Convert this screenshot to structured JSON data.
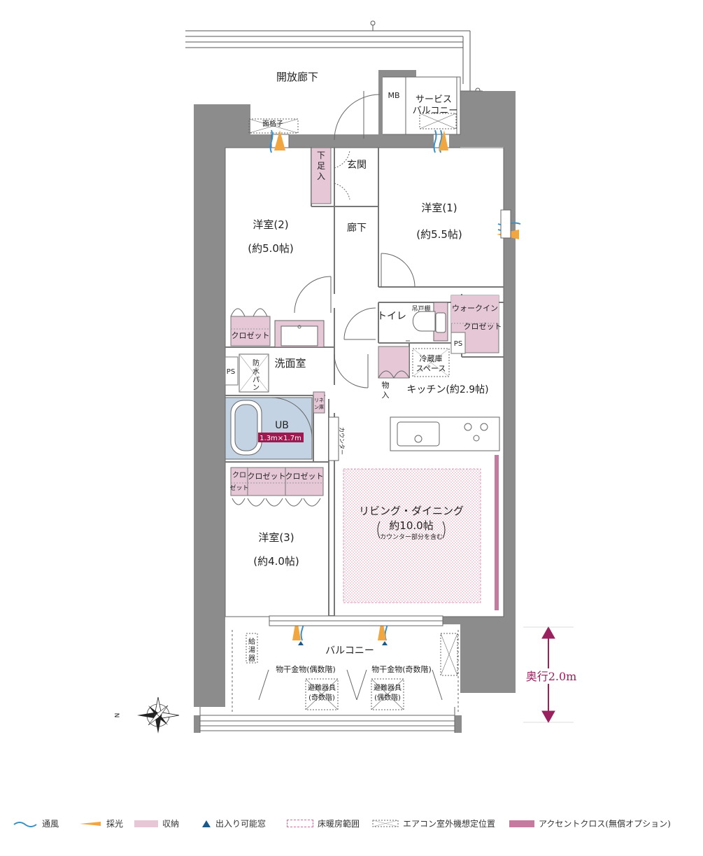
{
  "colors": {
    "wall": "#8c8c8c",
    "storage": "#e6c7d6",
    "accent": "#c77aa0",
    "ub": "#c3d3e3",
    "ub_label_bg": "#a01850",
    "depth_arrow": "#9a2060",
    "airflow": "#3b8fc4",
    "light": "#f2a640"
  },
  "labels": {
    "corridor_open": "開放廊下",
    "mb": "MB",
    "service_balcony": "サービス",
    "service_balcony2": "バルコニー",
    "grille": "面格子",
    "shoe_box_1": "下",
    "shoe_box_2": "足",
    "shoe_box_3": "入",
    "entrance": "玄関",
    "hallway": "廊下",
    "room1": "洋室(1)",
    "room1_size": "(約5.5帖)",
    "room2": "洋室(2)",
    "room2_size": "(約5.0帖)",
    "room3": "洋室(3)",
    "room3_size": "(約4.0帖)",
    "toilet": "トイレ",
    "toilet_shelf": "吊戸棚",
    "walkin_1": "ウォークイン",
    "walkin_2": "クロゼット",
    "ps": "PS",
    "ps2": "PS",
    "closet_room2": "クロゼット",
    "washroom": "洗面室",
    "waterproof_pan_1": "防",
    "waterproof_pan_2": "水",
    "waterproof_pan_3": "パ",
    "waterproof_pan_4": "ン",
    "fridge_1": "冷蔵庫",
    "fridge_2": "スペース",
    "storage_small_1": "物",
    "storage_small_2": "入",
    "kitchen": "キッチン(約2.9帖)",
    "linen_1": "リネ",
    "linen_2": "ン庫",
    "ub": "UB",
    "ub_size": "1.3m×1.7m",
    "counter": "カウンター",
    "closet_a_1": "クロ",
    "closet_a_2": "ゼット",
    "closet_b": "クロゼット",
    "closet_c": "クロゼット",
    "living": "リビング・ダイニング",
    "living_size": "約10.0帖",
    "living_note": "カウンター部分を含む",
    "balcony": "バルコニー",
    "water_heater_1": "給",
    "water_heater_2": "湯",
    "water_heater_3": "器",
    "laundry_even": "物干金物(偶数階)",
    "laundry_odd": "物干金物(奇数階)",
    "escape_1": "避難器具",
    "escape_1b": "(奇数階)",
    "escape_2": "避難器具",
    "escape_2b": "(偶数階)",
    "depth": "奥行2.0m",
    "compass_n": "N"
  },
  "legend": {
    "ventilation": "通風",
    "lighting": "採光",
    "storage": "収納",
    "exit_window": "出入り可能窓",
    "floor_heating": "床暖房範囲",
    "ac_outdoor": "エアコン室外機想定位置",
    "accent_cloth": "アクセントクロス(無償オプション)"
  }
}
